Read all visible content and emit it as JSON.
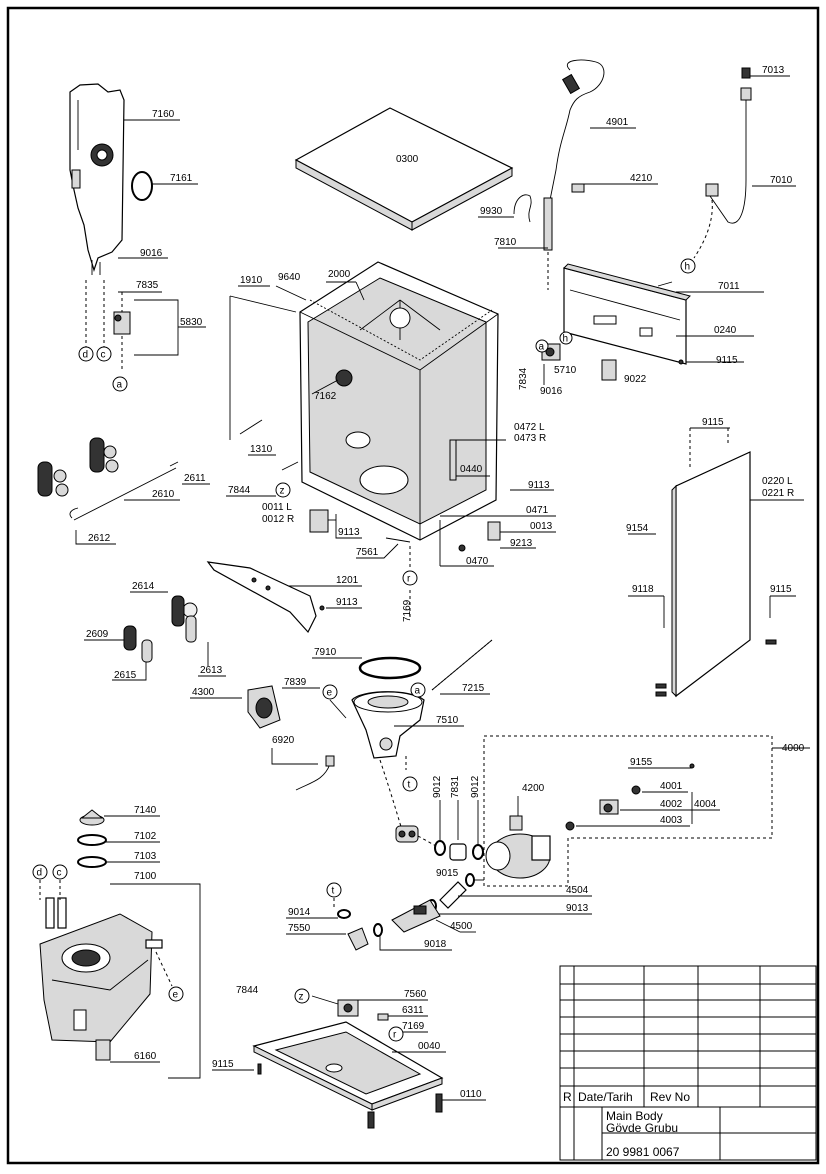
{
  "labels": {
    "l7160": "7160",
    "l7161": "7161",
    "l9016a": "9016",
    "l7835": "7835",
    "l5830": "5830",
    "l0300": "0300",
    "l4901": "4901",
    "l7013": "7013",
    "l7010": "7010",
    "l4210": "4210",
    "l9930": "9930",
    "l7810": "7810",
    "l7011": "7011",
    "l0240": "0240",
    "l7834": "7834",
    "l5710": "5710",
    "l9016b": "9016",
    "l9022": "9022",
    "l9115a": "9115",
    "l1910": "1910",
    "l9640": "9640",
    "l2000": "2000",
    "l7162": "7162",
    "l1310": "1310",
    "l0472": "0472 L",
    "l0473": "0473 R",
    "l0440": "0440",
    "l9113a": "9113",
    "l0471": "0471",
    "l0013": "0013",
    "l9213": "9213",
    "l0470": "0470",
    "l2611": "2611",
    "l2610": "2610",
    "l2612": "2612",
    "l7844a": "7844",
    "l0011": "0011 L",
    "l0012": "0012 R",
    "l9113b": "9113",
    "l7561": "7561",
    "l7169a": "7169",
    "l1201": "1201",
    "l9113c": "9113",
    "l9115b": "9115",
    "l0220": "0220 L",
    "l0221": "0221 R",
    "l9154": "9154",
    "l9118": "9118",
    "l9115c": "9115",
    "l2614": "2614",
    "l2609": "2609",
    "l2615": "2615",
    "l2613": "2613",
    "l7910": "7910",
    "l7839": "7839",
    "l7215": "7215",
    "l4300": "4300",
    "l7510": "7510",
    "l6920": "6920",
    "l9012a": "9012",
    "l7831": "7831",
    "l9012b": "9012",
    "l4200": "4200",
    "l4000": "4000",
    "l9155": "9155",
    "l4001": "4001",
    "l4002": "4002",
    "l4004": "4004",
    "l4003": "4003",
    "l9015": "9015",
    "l4504": "4504",
    "l9013": "9013",
    "l9014": "9014",
    "l4500": "4500",
    "l7550": "7550",
    "l9018": "9018",
    "l7140": "7140",
    "l7102": "7102",
    "l7103": "7103",
    "l7100": "7100",
    "l6160": "6160",
    "l7844b": "7844",
    "l7560": "7560",
    "l6311": "6311",
    "l7169b": "7169",
    "l0040": "0040",
    "l9115d": "9115",
    "l0110": "0110"
  },
  "markers": {
    "d": "d",
    "c": "c",
    "a": "a",
    "h": "h",
    "z": "z",
    "r": "r",
    "e": "e",
    "t": "t"
  },
  "title_block": {
    "r_label": "R",
    "date_label": "Date/Tarih",
    "rev_label": "Rev No",
    "name_en": "Main Body",
    "name_tr": "Gövde Grubu",
    "code": "20 9981 0067"
  }
}
